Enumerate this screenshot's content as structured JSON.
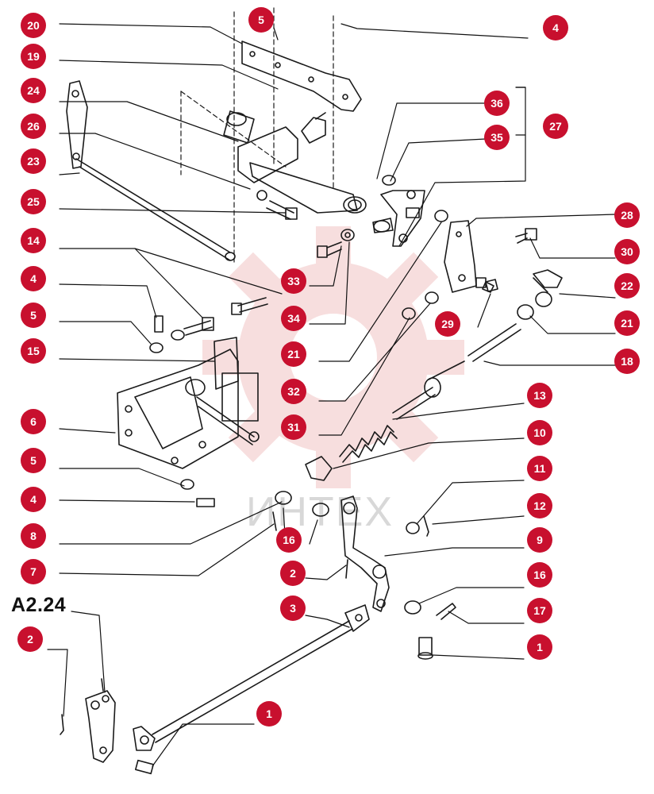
{
  "figure_label": "A2.24",
  "watermark_text": "ИНТЕХ",
  "colors": {
    "callout": "#c8102e",
    "line": "#1a1a1a",
    "watermark": "#f2c4c4"
  },
  "callouts": {
    "c01": "20",
    "c02": "19",
    "c03": "24",
    "c04": "26",
    "c05": "23",
    "c06": "25",
    "c07": "14",
    "c08": "4",
    "c09": "5",
    "c10": "15",
    "c11": "6",
    "c12": "5",
    "c13": "4",
    "c14": "8",
    "c15": "7",
    "c16": "2",
    "c17": "5",
    "c18": "4",
    "c19": "36",
    "c20": "35",
    "c21": "27",
    "c22": "28",
    "c23": "30",
    "c24": "22",
    "c25": "21",
    "c26": "18",
    "c27": "13",
    "c28": "10",
    "c29": "11",
    "c30": "12",
    "c31": "9",
    "c32": "16",
    "c33": "17",
    "c34": "1",
    "c35": "33",
    "c36": "34",
    "c37": "21",
    "c38": "32",
    "c39": "31",
    "c40": "29",
    "c41": "16",
    "c42": "2",
    "c43": "3",
    "c44": "1"
  }
}
